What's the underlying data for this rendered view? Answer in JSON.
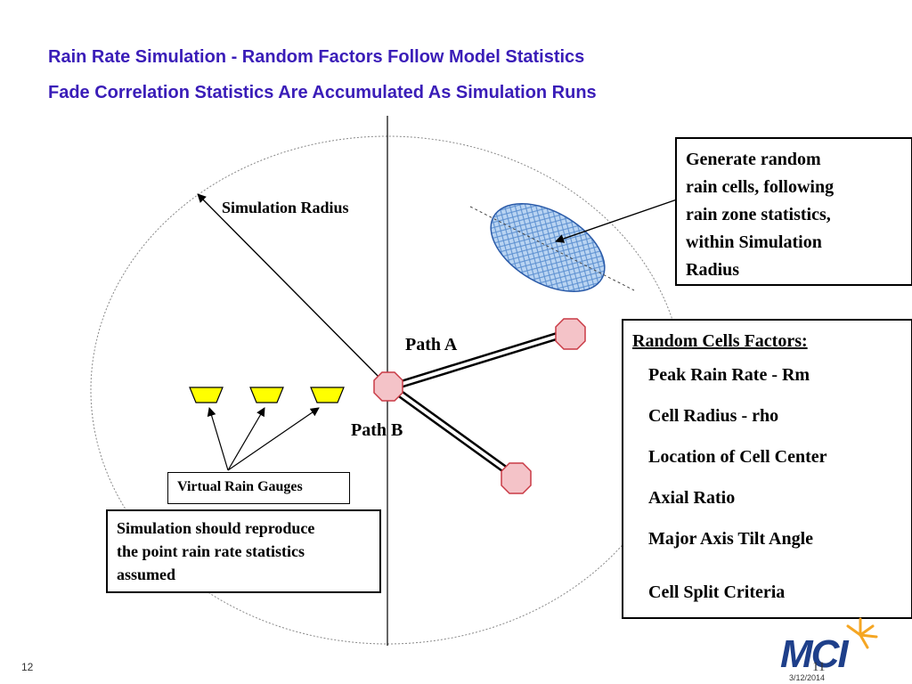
{
  "slide": {
    "title_line1": "Rain Rate Simulation - Random Factors Follow Model Statistics",
    "title_line2": "Fade Correlation Statistics Are Accumulated As Simulation Runs"
  },
  "colors": {
    "title": "#3a1db8",
    "site_fill": "#f4c3c8",
    "site_stroke": "#c93a45",
    "gauge_fill": "#ffff00",
    "rain_cell_fill": "#b9d4f2",
    "rain_cell_stroke": "#2a5aa8",
    "logo_blue": "#1e3f8a",
    "logo_orange": "#f5a623"
  },
  "diagram": {
    "simulation_radius_label": "Simulation Radius",
    "path_a_label": "Path A",
    "path_b_label": "Path B",
    "generate_box": {
      "lines": [
        "Generate random",
        "rain cells, following",
        "rain zone statistics,",
        "within Simulation",
        "Radius"
      ]
    },
    "factors_box": {
      "heading": "Random Cells Factors:",
      "items": [
        "Peak Rain Rate  - Rm",
        "Cell  Radius - rho",
        "Location of Cell Center",
        "Axial Ratio",
        "Major Axis Tilt Angle",
        "Cell Split Criteria"
      ]
    },
    "gauges_label": "Virtual Rain Gauges",
    "simulation_box": {
      "lines": [
        "Simulation should reproduce",
        "the point rain rate statistics",
        "assumed"
      ]
    }
  },
  "footer": {
    "slide_number": "12",
    "page_number": "11",
    "date": "3/12/2014",
    "logo_text": "MCI",
    "logo_icon": "star-burst-icon"
  }
}
